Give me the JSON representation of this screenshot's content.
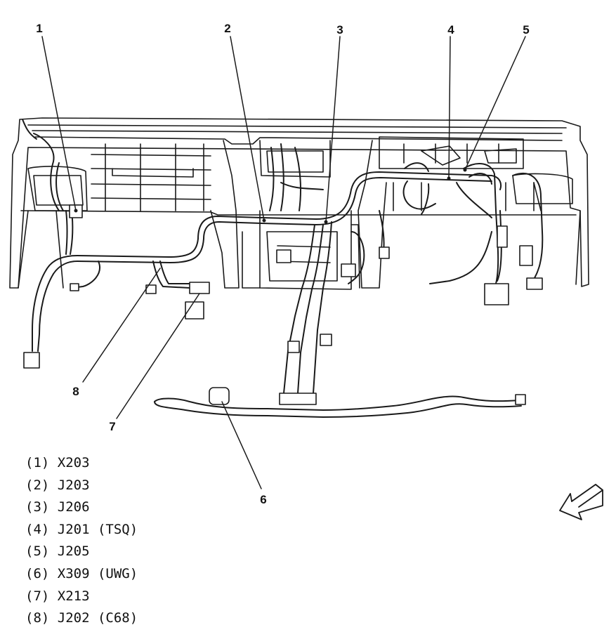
{
  "diagram": {
    "callouts": [
      {
        "num": "1",
        "label": "(1) X203"
      },
      {
        "num": "2",
        "label": "(2) J203"
      },
      {
        "num": "3",
        "label": "(3) J206"
      },
      {
        "num": "4",
        "label": "(4) J201 (TSQ)"
      },
      {
        "num": "5",
        "label": "(5) J205"
      },
      {
        "num": "6",
        "label": "(6) X309 (UWG)"
      },
      {
        "num": "7",
        "label": "(7) X213"
      },
      {
        "num": "8",
        "label": "(8) J202 (C68)"
      }
    ],
    "direction_icon": "front-arrow-icon"
  }
}
